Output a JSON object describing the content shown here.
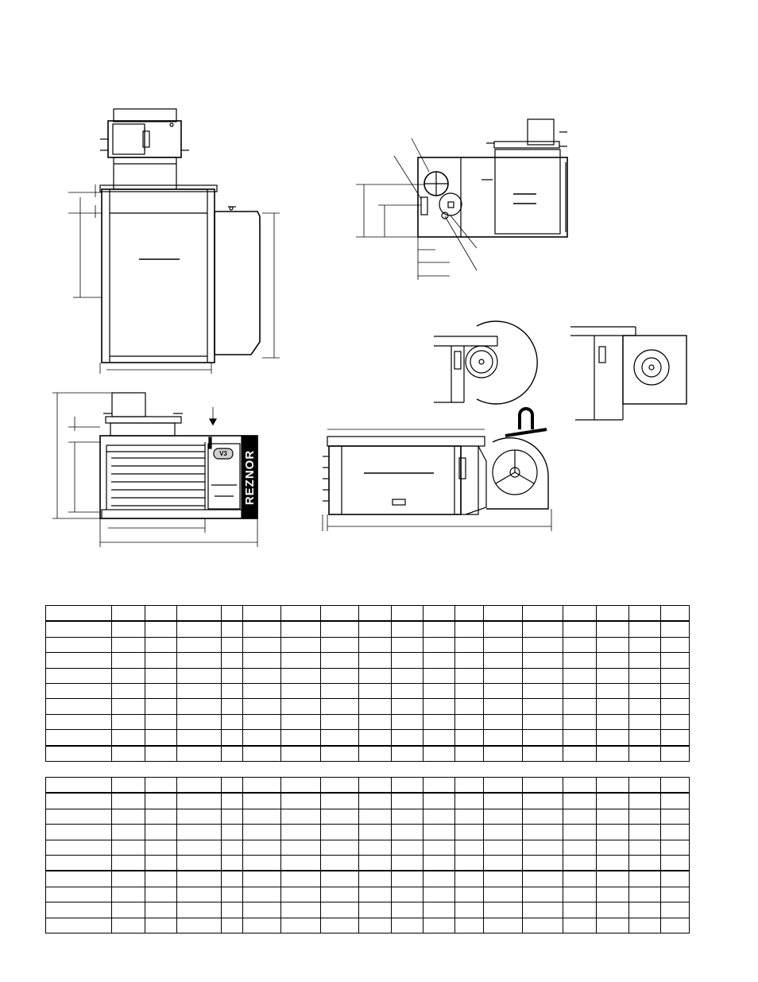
{
  "drawings": {
    "brand": "REZNOR",
    "badge": "V3"
  },
  "tables": {
    "column_widths": [
      79,
      40,
      38,
      53,
      26,
      45,
      48,
      46,
      39,
      38,
      38,
      34,
      46,
      49,
      40,
      39,
      38,
      34
    ],
    "table_a_rows": 10,
    "table_b_rows": 10
  }
}
